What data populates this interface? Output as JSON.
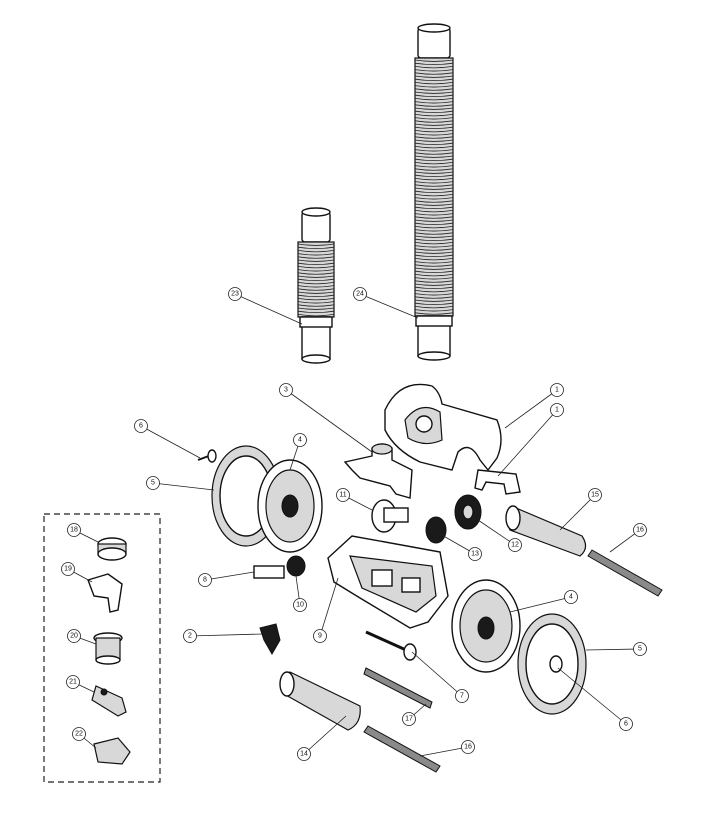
{
  "diagram": {
    "callouts": [
      {
        "id": "c1a",
        "label": "1"
      },
      {
        "id": "c1b",
        "label": "1"
      },
      {
        "id": "c2",
        "label": "2"
      },
      {
        "id": "c3",
        "label": "3"
      },
      {
        "id": "c4a",
        "label": "4"
      },
      {
        "id": "c4b",
        "label": "4"
      },
      {
        "id": "c5a",
        "label": "5"
      },
      {
        "id": "c5b",
        "label": "5"
      },
      {
        "id": "c6a",
        "label": "6"
      },
      {
        "id": "c6b",
        "label": "6"
      },
      {
        "id": "c7",
        "label": "7"
      },
      {
        "id": "c8",
        "label": "8"
      },
      {
        "id": "c9",
        "label": "9"
      },
      {
        "id": "c10",
        "label": "10"
      },
      {
        "id": "c11",
        "label": "11"
      },
      {
        "id": "c12",
        "label": "12"
      },
      {
        "id": "c13",
        "label": "13"
      },
      {
        "id": "c14",
        "label": "14"
      },
      {
        "id": "c15",
        "label": "15"
      },
      {
        "id": "c16a",
        "label": "16"
      },
      {
        "id": "c16b",
        "label": "16"
      },
      {
        "id": "c17",
        "label": "17"
      },
      {
        "id": "c18",
        "label": "18"
      },
      {
        "id": "c19",
        "label": "19"
      },
      {
        "id": "c20",
        "label": "20"
      },
      {
        "id": "c21",
        "label": "21"
      },
      {
        "id": "c22",
        "label": "22"
      },
      {
        "id": "c23",
        "label": "23"
      },
      {
        "id": "c24",
        "label": "24"
      }
    ]
  }
}
